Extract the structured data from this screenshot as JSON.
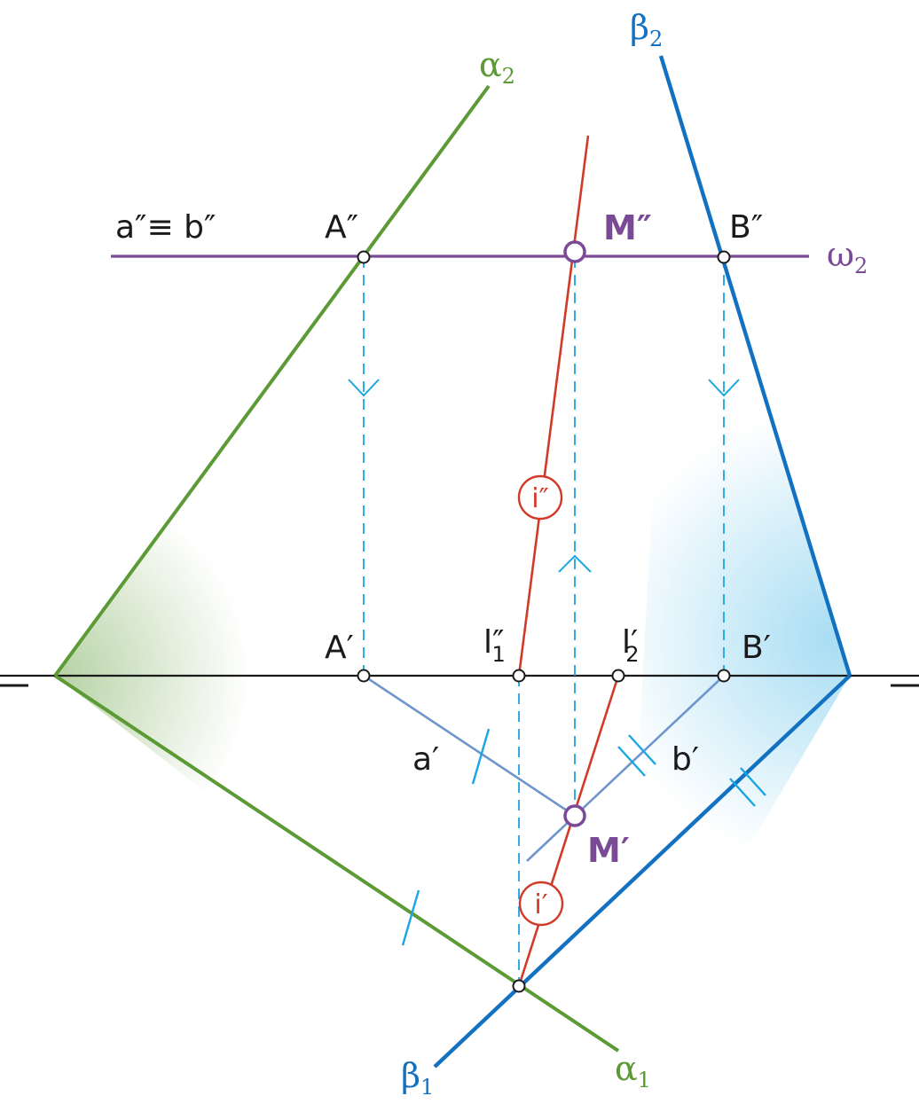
{
  "colors": {
    "green": "#5c9a35",
    "blue": "#1271c0",
    "purple": "#7a4a96",
    "red": "#d23a28",
    "light_blue": "#1aa6e0",
    "steel_blue": "#6e96cc",
    "black": "#1a1a1a"
  },
  "labels": {
    "alpha2": {
      "base": "α",
      "sub": "2"
    },
    "beta2": {
      "base": "β",
      "sub": "2"
    },
    "omega2": {
      "base": "ω",
      "sub": "2"
    },
    "alpha1": {
      "base": "α",
      "sub": "1"
    },
    "beta1": {
      "base": "β",
      "sub": "1"
    },
    "a2_equiv_b2": "a″≡ b″",
    "A2": "A″",
    "B2": "B″",
    "M2": "M″",
    "A1": "A′",
    "B1": "B′",
    "M1": "M′",
    "l1": {
      "base": "l″",
      "sub": "1"
    },
    "l2": {
      "base": "l′",
      "sub": "2"
    },
    "a1": "a′",
    "b1": "b′",
    "i2": "i″",
    "i1": "i′",
    "axis_left": "—",
    "axis_right": "—"
  }
}
